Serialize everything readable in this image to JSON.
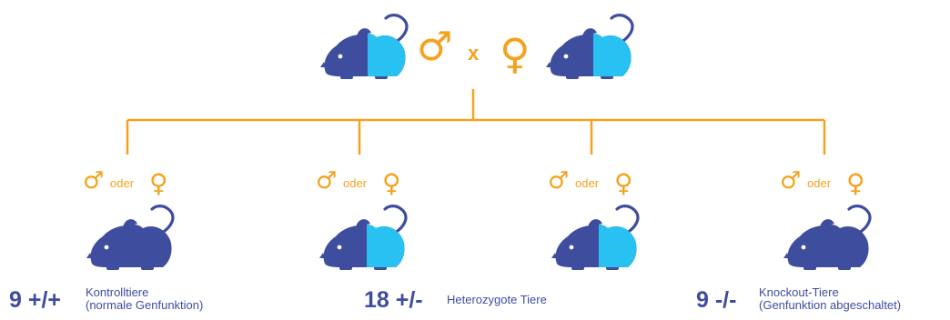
{
  "colors": {
    "dark_blue": "#3f4d9e",
    "light_blue": "#29c0f2",
    "orange": "#f4a21e"
  },
  "cross": {
    "male_symbol": "♂",
    "operator": "x",
    "female_symbol": "♀"
  },
  "offspring": [
    {
      "male_symbol": "♂",
      "connector": "oder",
      "female_symbol": "♀",
      "genotype": "+/+"
    },
    {
      "male_symbol": "♂",
      "connector": "oder",
      "female_symbol": "♀",
      "genotype": "+/-"
    },
    {
      "male_symbol": "♂",
      "connector": "oder",
      "female_symbol": "♀",
      "genotype": "+/-"
    },
    {
      "male_symbol": "♂",
      "connector": "oder",
      "female_symbol": "♀",
      "genotype": "-/-"
    }
  ],
  "results": [
    {
      "count": "9 +/+",
      "line1": "Kontrolltiere",
      "line2": "(normale Genfunktion)"
    },
    {
      "count": "18 +/-",
      "line1": "Heterozygote Tiere",
      "line2": ""
    },
    {
      "count": "9 -/-",
      "line1": "Knockout-Tiere",
      "line2": "(Genfunktion abgeschaltet)"
    }
  ],
  "icons": {
    "mouse": "mouse-icon",
    "male": "male-symbol-icon",
    "female": "female-symbol-icon"
  }
}
